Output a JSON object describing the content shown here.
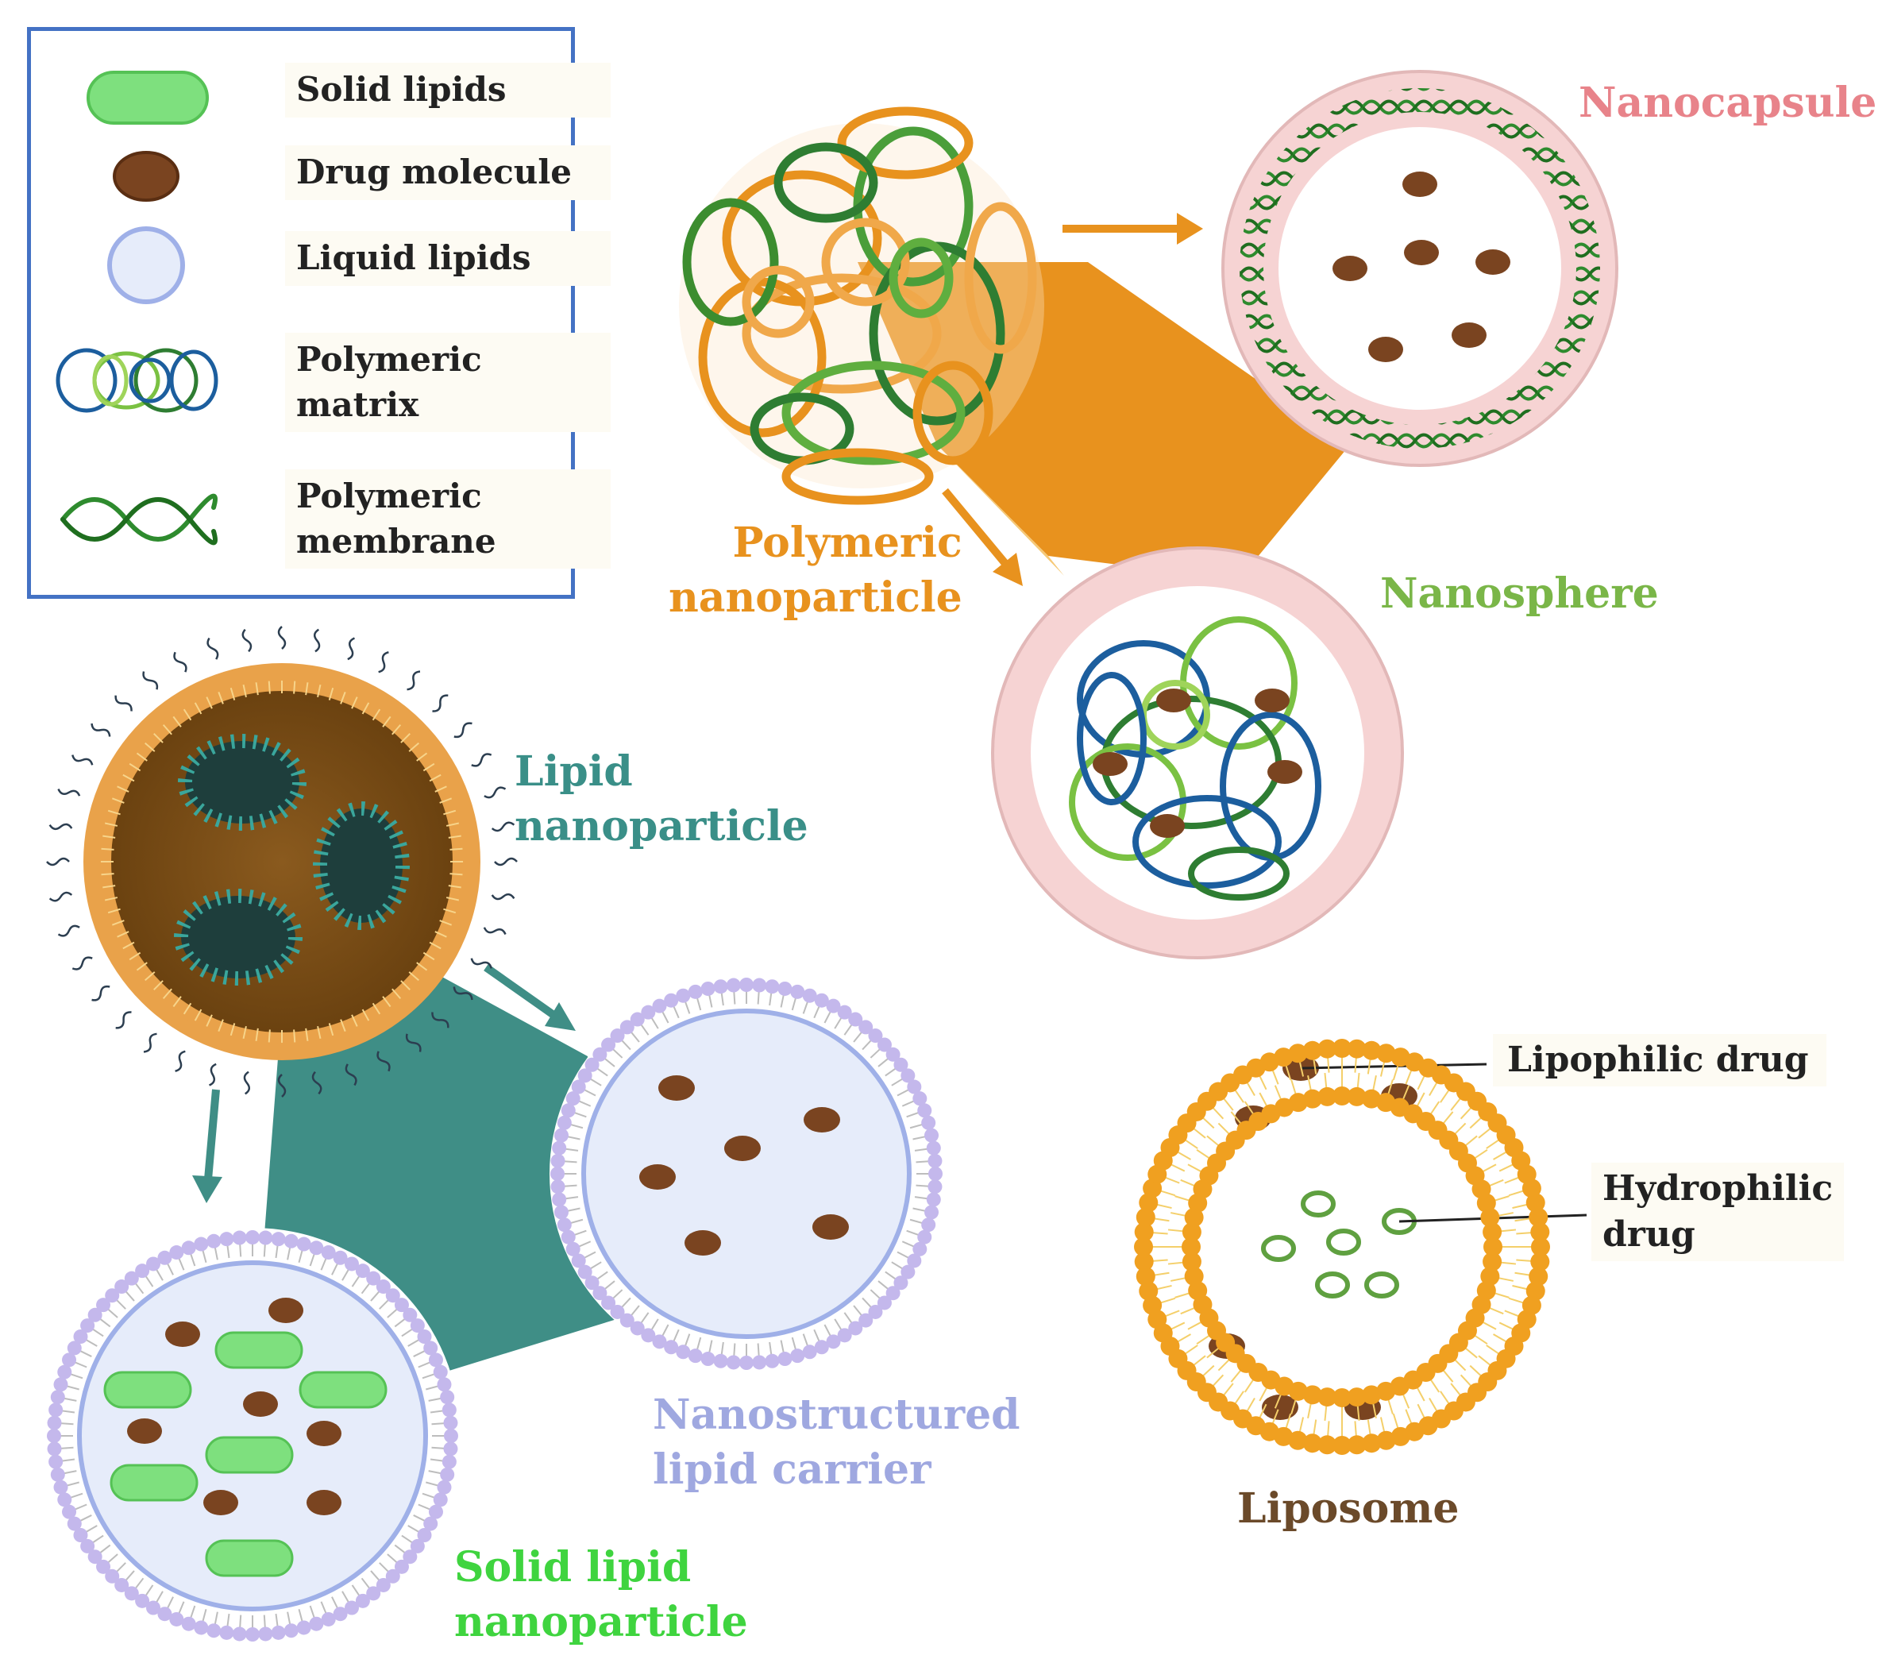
{
  "legend": {
    "items": [
      {
        "line1": "Solid lipids",
        "line2": ""
      },
      {
        "line1": "Drug molecule",
        "line2": ""
      },
      {
        "line1": "Liquid lipids",
        "line2": ""
      },
      {
        "line1": "Polymeric",
        "line2": "matrix"
      },
      {
        "line1": "Polymeric",
        "line2": "membrane"
      }
    ]
  },
  "labels": {
    "nanocapsule": "Nanocapsule",
    "polymeric_np_1": "Polymeric",
    "polymeric_np_2": "nanoparticle",
    "nanosphere": "Nanosphere",
    "lipid_np_1": "Lipid",
    "lipid_np_2": "nanoparticle",
    "nlc_1": "Nanostructured",
    "nlc_2": "lipid  carrier",
    "sln_1": "Solid lipid",
    "sln_2": "nanoparticle",
    "liposome": "Liposome",
    "lipophilic_drug": "Lipophilic drug",
    "hydrophilic_drug_1": "Hydrophilic",
    "hydrophilic_drug_2": "drug"
  },
  "colors": {
    "polymeric": "#e8921e",
    "nanocapsule": "#e8838a",
    "nanosphere": "#7ab648",
    "lipid": "#3a8f88",
    "nlc": "#9fa8e0",
    "sln": "#3fd43f",
    "liposome": "#6b4a2a",
    "drug": "#6b3a1c",
    "legend_border": "#4472c4"
  }
}
